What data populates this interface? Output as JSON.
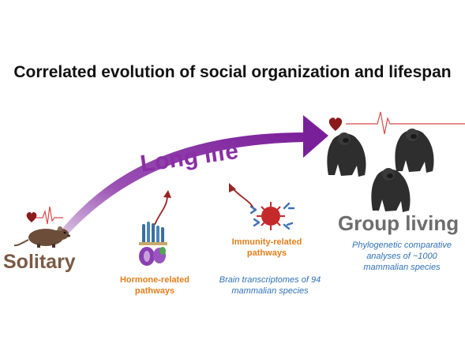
{
  "figure": {
    "title": "Correlated evolution of social organization and lifespan",
    "long_life_label": "Long life",
    "solitary_label": "Solitary",
    "group_living_label": "Group living",
    "hormone_label_line1": "Hormone-related",
    "hormone_label_line2": "pathways",
    "immunity_label_line1": "Immunity-related",
    "immunity_label_line2": "pathways",
    "brain_note_line1": "Brain transcriptomes of 94",
    "brain_note_line2": "mammalian species",
    "phylo_note_line1": "Phylogenetic comparative",
    "phylo_note_line2": "analyses of ~1000",
    "phylo_note_line3": "mammalian species"
  },
  "colors": {
    "arrow_purple": "#8a2fa6",
    "arrow_purple_light": "#c9a3d6",
    "heart": "#8b1a1a",
    "ecg_line": "#d84a4a",
    "solitary_brown": "#7a5a44",
    "group_gray": "#6d6d6d",
    "pathway_orange": "#e07f1c",
    "note_blue": "#2f72b8",
    "small_arrow": "#9b2424"
  },
  "icons": [
    "vole-icon",
    "gorilla-icon",
    "heart-icon",
    "ecg-line-icon",
    "receptor-protein-icon",
    "virus-antibody-icon"
  ]
}
